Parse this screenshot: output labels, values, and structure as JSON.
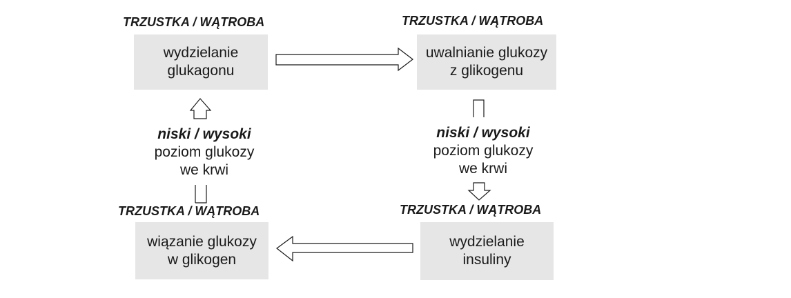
{
  "organ_label": "TRZUSTKA / WĄTROBA",
  "boxes": {
    "top_left": [
      "wydzielanie",
      "glukagonu"
    ],
    "top_right": [
      "uwalnianie glukozy",
      "z glikogenu"
    ],
    "bottom_left": [
      "wiązanie glukozy",
      "w glikogen"
    ],
    "bottom_right": [
      "wydzielanie",
      "insuliny"
    ]
  },
  "glucose_level": {
    "choice": "niski / wysoki",
    "line1": "poziom glukozy",
    "line2": "we krwi"
  },
  "colors": {
    "box_fill": "#e6e6e6",
    "arrow_stroke": "#1a1a1a"
  }
}
